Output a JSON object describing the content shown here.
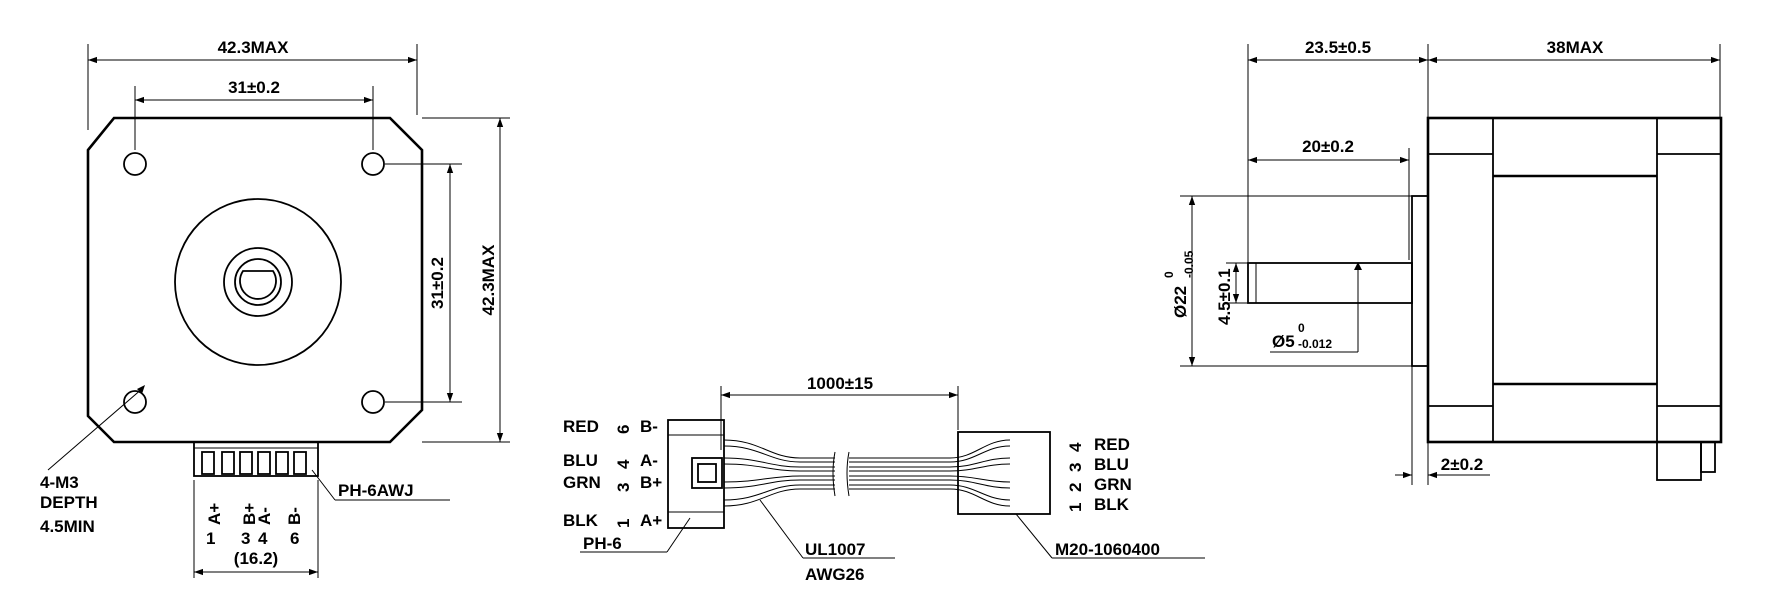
{
  "front_view": {
    "width_max": "42.3MAX",
    "hole_spacing_h": "31±0.2",
    "hole_spacing_v": "31±0.2",
    "height_max": "42.3MAX",
    "mount_note": [
      "4-M3",
      "DEPTH",
      "4.5MIN"
    ],
    "connector_label": "PH-6AWJ",
    "pin_signals": [
      "A+",
      "B+",
      "A-",
      "B-"
    ],
    "pin_numbers": [
      "1",
      "3",
      "4",
      "6"
    ],
    "connector_width": "(16.2)"
  },
  "cable_view": {
    "length": "1000±15",
    "left_wires": [
      {
        "color": "RED",
        "pin": "6",
        "signal": "B-"
      },
      {
        "color": "BLU",
        "pin": "4",
        "signal": "A-"
      },
      {
        "color": "GRN",
        "pin": "3",
        "signal": "B+"
      },
      {
        "color": "BLK",
        "pin": "1",
        "signal": "A+"
      }
    ],
    "left_connector": "PH-6",
    "wire_spec": [
      "UL1007",
      "AWG26"
    ],
    "right_wires": [
      {
        "pin": "4",
        "color": "RED"
      },
      {
        "pin": "3",
        "color": "BLU"
      },
      {
        "pin": "2",
        "color": "GRN"
      },
      {
        "pin": "1",
        "color": "BLK"
      }
    ],
    "right_connector": "M20-1060400"
  },
  "side_view": {
    "shaft_total": "23.5±0.5",
    "body_length": "38MAX",
    "shaft_length": "20±0.2",
    "boss_diameter": "Ø22",
    "boss_tol_upper": "0",
    "boss_tol_lower": "-0.05",
    "flat_dim": "4.5±0.1",
    "shaft_diameter": "Ø5",
    "shaft_tol_upper": "0",
    "shaft_tol_lower": "-0.012",
    "boss_height": "2±0.2"
  }
}
